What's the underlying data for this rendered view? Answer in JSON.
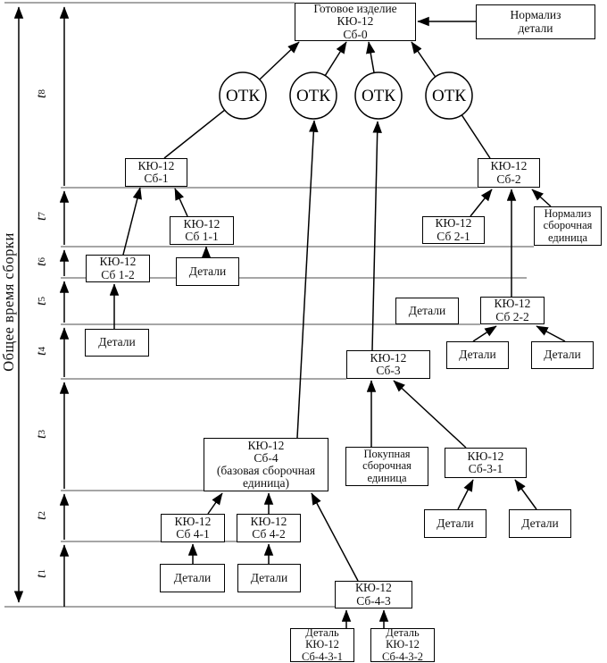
{
  "diagram": {
    "axis": {
      "total_label": "Общее время сборки",
      "intervals": [
        {
          "base": "t",
          "sub": "8"
        },
        {
          "base": "t",
          "sub": "7"
        },
        {
          "base": "t",
          "sub": "6"
        },
        {
          "base": "t",
          "sub": "5"
        },
        {
          "base": "t",
          "sub": "4"
        },
        {
          "base": "t",
          "sub": "3"
        },
        {
          "base": "t",
          "sub": "2"
        },
        {
          "base": "t",
          "sub": "1"
        }
      ]
    },
    "otk_label": "ОТК",
    "nodes": {
      "gotovoe": "Готовое изделие\nКЮ-12\nСб-0",
      "normaliz_detali": "Нормализ\nдетали",
      "sb1": "КЮ-12\nСб-1",
      "sb2": "КЮ-12\nСб-2",
      "sb11": "КЮ-12\nСб 1-1",
      "sb21": "КЮ-12\nСб 2-1",
      "normaliz_sb": "Нормализ\nсборочная\nединица",
      "sb12": "КЮ-12\nСб 1-2",
      "detali": "Детали",
      "sb22": "КЮ-12\nСб 2-2",
      "sb3": "КЮ-12\nСб-3",
      "pokupnaya": "Покупная\nсборочная\nединица",
      "sb31": "КЮ-12\nСб-3-1",
      "sb4": "КЮ-12\nСб-4\n(базовая сборочная\nединица)",
      "sb41": "КЮ-12\nСб 4-1",
      "sb42": "КЮ-12\nСб 4-2",
      "sb43": "КЮ-12\nСб-4-3",
      "detal431": "Деталь\nКЮ-12\nСб-4-3-1",
      "detal432": "Деталь\nКЮ-12\nСб-4-3-2"
    }
  }
}
